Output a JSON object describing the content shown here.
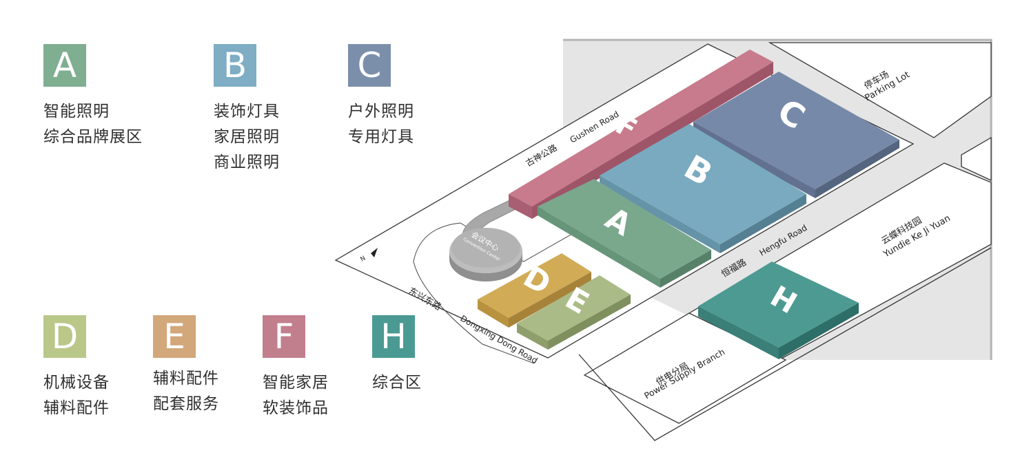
{
  "legend": {
    "a": {
      "letter": "A",
      "color": "#7fae91",
      "lines": [
        "智能照明",
        "综合品牌展区"
      ]
    },
    "b": {
      "letter": "B",
      "color": "#7eadc4",
      "lines": [
        "装饰灯具",
        "家居照明",
        "商业照明"
      ]
    },
    "c": {
      "letter": "C",
      "color": "#7b8fab",
      "lines": [
        "户外照明",
        "专用灯具"
      ]
    },
    "d": {
      "letter": "D",
      "color": "#b9c889",
      "lines": [
        "机械设备",
        "辅料配件"
      ]
    },
    "e": {
      "letter": "E",
      "color": "#d2a77a",
      "lines": [
        "辅料配件",
        "配套服务"
      ]
    },
    "f": {
      "letter": "F",
      "color": "#c17f8e",
      "lines": [
        "智能家居",
        "软装饰品"
      ]
    },
    "h": {
      "letter": "H",
      "color": "#4a9a93",
      "lines": [
        "综合区"
      ]
    }
  },
  "halls": {
    "a": "A",
    "b": "B",
    "c": "C",
    "d": "D",
    "e": "E",
    "f": "F",
    "h": "H"
  },
  "map": {
    "convention_cn": "会议中心",
    "convention_en": "Convention Center",
    "north": "N",
    "roads": {
      "gushen_cn": "古神公路",
      "gushen_en": "Gushen Road",
      "hengfu_cn": "恒福路",
      "hengfu_en": "Hengfu Road",
      "dongxing_cn": "东兴东路",
      "dongxing_en": "Dongxing Dong Road"
    },
    "places": {
      "parking_cn": "停车场",
      "parking_en": "Parking Lot",
      "yundie_cn": "云蝶科技园",
      "yundie_en": "Yundie Ke Ji Yuan",
      "power_cn": "供电分局",
      "power_en": "Power Supply Branch"
    }
  }
}
